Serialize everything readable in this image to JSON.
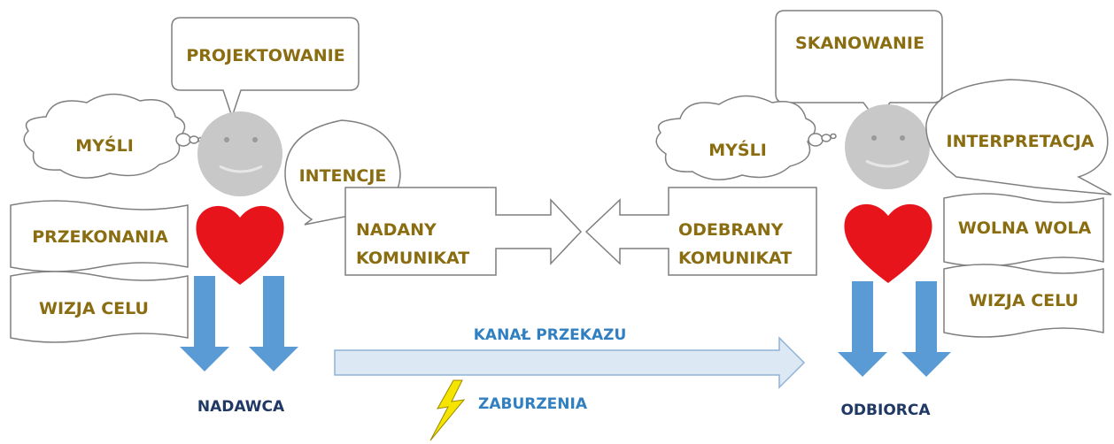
{
  "sender": {
    "thought_label": "PROJEKTOWANIE",
    "cloud_label": "MYŚLI",
    "speech_label": "INTENCJE",
    "banner_top": "PRZEKONANIA",
    "banner_bottom": "WIZJA CELU",
    "message_line1": "NADANY",
    "message_line2": "KOMUNIKAT",
    "name": "NADAWCA"
  },
  "receiver": {
    "thought_label": "SKANOWANIE",
    "cloud_label": "MYŚLI",
    "speech_label": "INTERPRETACJA",
    "banner_top": "WOLNA WOLA",
    "banner_bottom": "WIZJA CELU",
    "message_line1": "ODEBRANY",
    "message_line2": "KOMUNIKAT",
    "name": "ODBIORCA"
  },
  "channel": {
    "label": "KANAŁ PRZEKAZU",
    "noise_label": "ZABURZENIA"
  },
  "colors": {
    "text_gold": "#8a6d10",
    "text_blue": "#2f7fc1",
    "text_navy": "#1f3864",
    "heart": "#e8141c",
    "face": "#c8c8c8",
    "arrow_blue": "#5b9bd5",
    "channel_fill": "#dce9f5",
    "lightning": "#f5e400"
  },
  "icons": [
    "face-icon",
    "heart-icon",
    "lightning-icon",
    "cloud-icon"
  ]
}
